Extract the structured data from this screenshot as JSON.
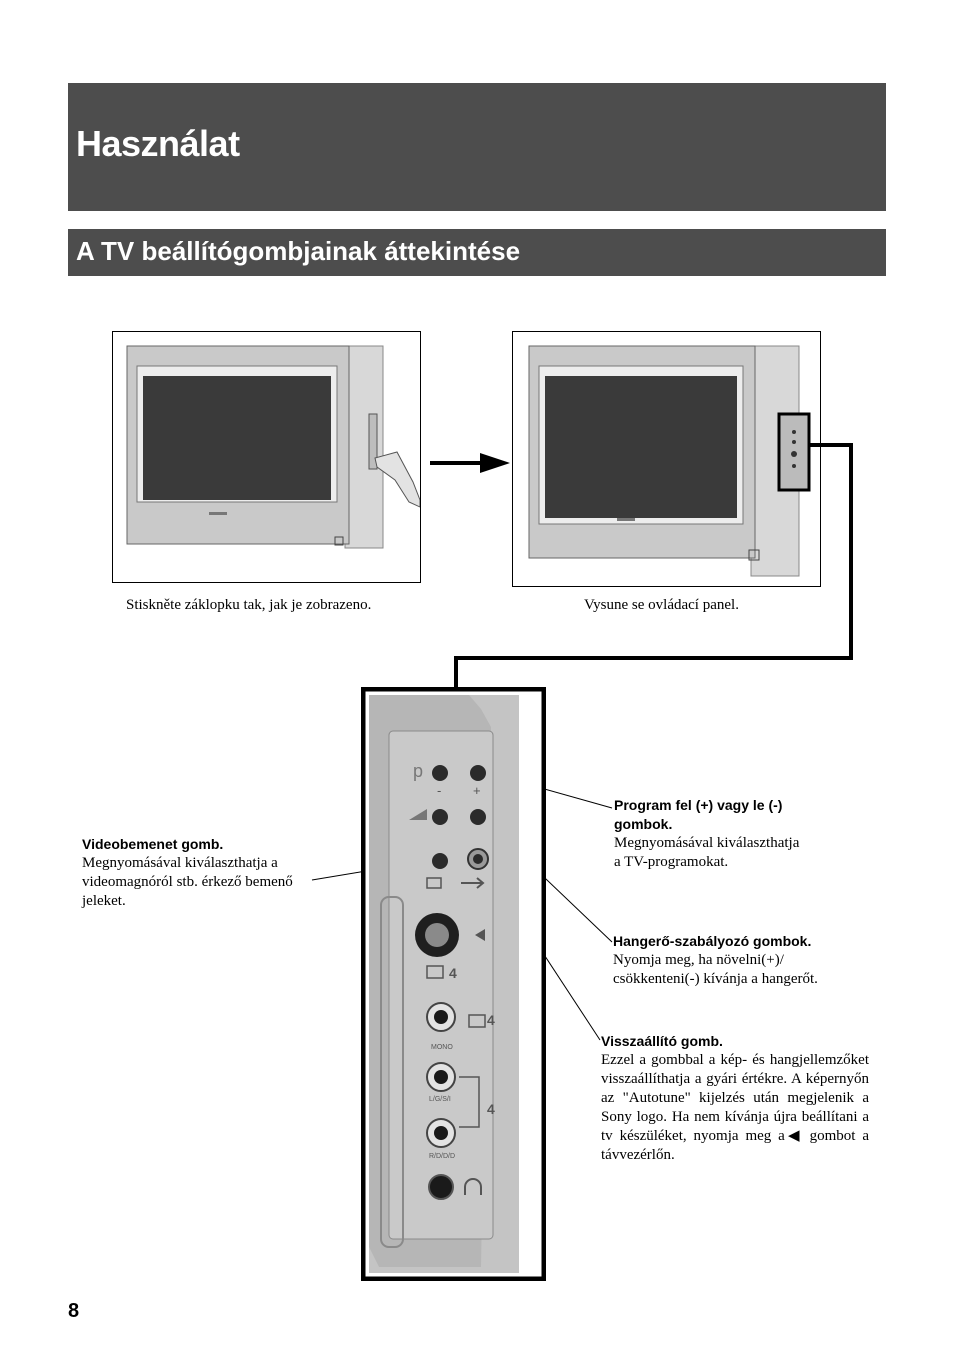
{
  "header": {
    "title": "Használat"
  },
  "section": {
    "title": "A TV beállítógombjainak áttekintése"
  },
  "figure": {
    "caption_left": "Stiskněte záklopku tak, jak je zobrazeno.",
    "caption_right": "Vysune se ovládací panel."
  },
  "panel": {
    "p_label": "p",
    "minus_label": "-",
    "plus_label": "+",
    "svhs_label": "4",
    "video_label": "4",
    "mono_label": "MONO",
    "lgsi_label": "L/G/S/I",
    "audio_label": "4",
    "rddd_label": "R/D/D/D"
  },
  "callouts": {
    "program": {
      "heading1": "Program fel (+) vagy le (-)",
      "heading2": "gombok.",
      "line1": "Megnyomásával kiválaszthatja",
      "line2": "a TV-programokat."
    },
    "video": {
      "heading": "Videobemenet gomb.",
      "line1": "Megnyomásával kiválaszthatja  a",
      "line2": "videomagnóról stb. érkező bemenő",
      "line3": "jeleket."
    },
    "volume": {
      "heading": "Hangerő-szabályozó gombok.",
      "line1": "Nyomja meg, ha növelni(+)/",
      "line2": "csökkenteni(-) kívánja a hangerőt."
    },
    "reset": {
      "heading": "Visszaállító gomb.",
      "text": "Ezzel a gombbal a kép- és hangjellemzőket visszaállíthatja a gyári értékre. A képernyőn az \"Autotune\" kijelzés után megjelenik a Sony logo. Ha nem kívánja újra beállítani a tv készüléket, nyomja meg a◀ gombot a távvezérlőn."
    }
  },
  "footer": {
    "page_number": "8"
  }
}
